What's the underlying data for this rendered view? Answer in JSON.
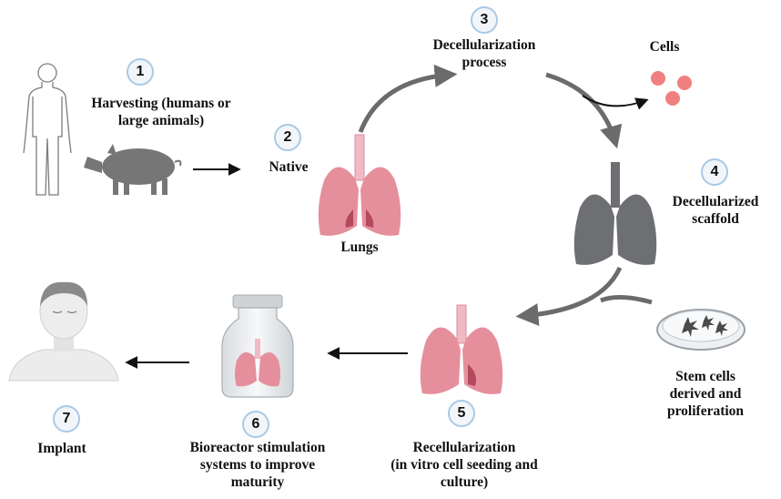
{
  "steps": [
    {
      "number": "1",
      "label": [
        "Harvesting (humans or",
        "large animals)"
      ]
    },
    {
      "number": "2",
      "label": [
        "Native"
      ]
    },
    {
      "number": "3",
      "label": [
        "Decellularization",
        "process"
      ]
    },
    {
      "number": "4",
      "label": [
        "Decellularized",
        "scaffold"
      ]
    },
    {
      "number": "5",
      "label": [
        "Recellularization",
        "(in vitro cell seeding and",
        "culture)"
      ]
    },
    {
      "number": "6",
      "label": [
        "Bioreactor stimulation",
        "systems to improve",
        "maturity"
      ]
    },
    {
      "number": "7",
      "label": [
        "Implant"
      ]
    }
  ],
  "extra_labels": {
    "lungs": "Lungs",
    "cells": "Cells",
    "stem_cells": [
      "Stem cells",
      "derived and",
      "proliferation"
    ]
  },
  "colors": {
    "badge_border": "#a9c9e6",
    "lung_pink": "#e58f9d",
    "lung_dark": "#b5485c",
    "scaffold_grey": "#6d6f72",
    "arrow_grey": "#6b6b6b",
    "cell_pink": "#f08080"
  }
}
